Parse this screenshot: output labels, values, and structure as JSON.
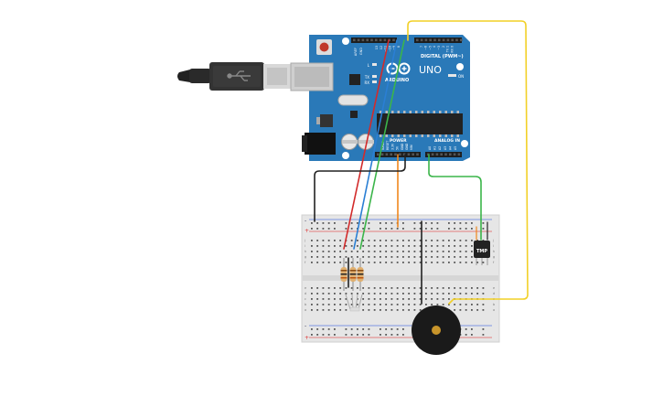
{
  "board": {
    "model_label": "UNO",
    "brand_label": "ARDUINO",
    "digital_header_label": "DIGITAL (PWM~)",
    "power_header_label": "POWER",
    "analog_header_label": "ANALOG IN",
    "on_label": "ON",
    "tx_label": "TX",
    "rx_label": "RX",
    "l_label": "L",
    "aref_label": "AREF",
    "gnd_label": "GND",
    "digital_pins": [
      "13",
      "12",
      "~11",
      "~10",
      "~9",
      "8",
      "7",
      "~6",
      "~5",
      "4",
      "~3",
      "2",
      "TX 1",
      "RX 0"
    ],
    "power_pins": [
      "IOREF",
      "RESET",
      "3.3V",
      "5V",
      "GND",
      "GND",
      "VIN"
    ],
    "analog_pins": [
      "A0",
      "A1",
      "A2",
      "A3",
      "A4",
      "A5"
    ]
  },
  "breadboard": {
    "column_letters": [
      "a",
      "b",
      "c",
      "d",
      "e",
      "f",
      "g",
      "h",
      "i",
      "j"
    ],
    "plus_label": "+",
    "minus_label": "-"
  },
  "sensor": {
    "label": "TMP"
  },
  "colors": {
    "board_blue": "#2a79b8",
    "wire_red": "#d22b2b",
    "wire_blue": "#2a7fd4",
    "wire_green": "#3bb54a",
    "wire_yellow": "#f2d027",
    "wire_orange": "#f0871d",
    "wire_black": "#222222",
    "breadboard": "#e8e8e8",
    "buzzer": "#1a1a1a",
    "buzzer_center": "#c8952b"
  }
}
